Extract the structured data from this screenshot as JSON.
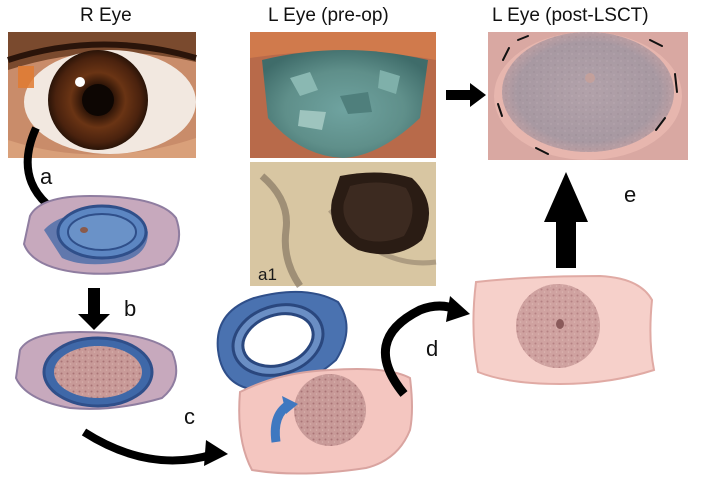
{
  "headers": {
    "right_eye": "R Eye",
    "left_pre": "L Eye (pre-op)",
    "left_post": "L Eye (post-LSCT)"
  },
  "steps": {
    "a": "a",
    "a1": "a1",
    "b": "b",
    "c": "c",
    "d": "d",
    "e": "e"
  },
  "colors": {
    "iris_brown": "#5a2a12",
    "skin": "#c98c6a",
    "corneal_blue_gray": "#5f8f8a",
    "membrane_blue": "#3f68a8",
    "tissue_pink": "#f4c6c0",
    "tissue_purple": "#a98fb0",
    "arrow": "#000000"
  },
  "icons": {
    "arrows": "black-curved-and-straight-arrows",
    "membrane": "blue-amniotic-membrane-ring"
  }
}
